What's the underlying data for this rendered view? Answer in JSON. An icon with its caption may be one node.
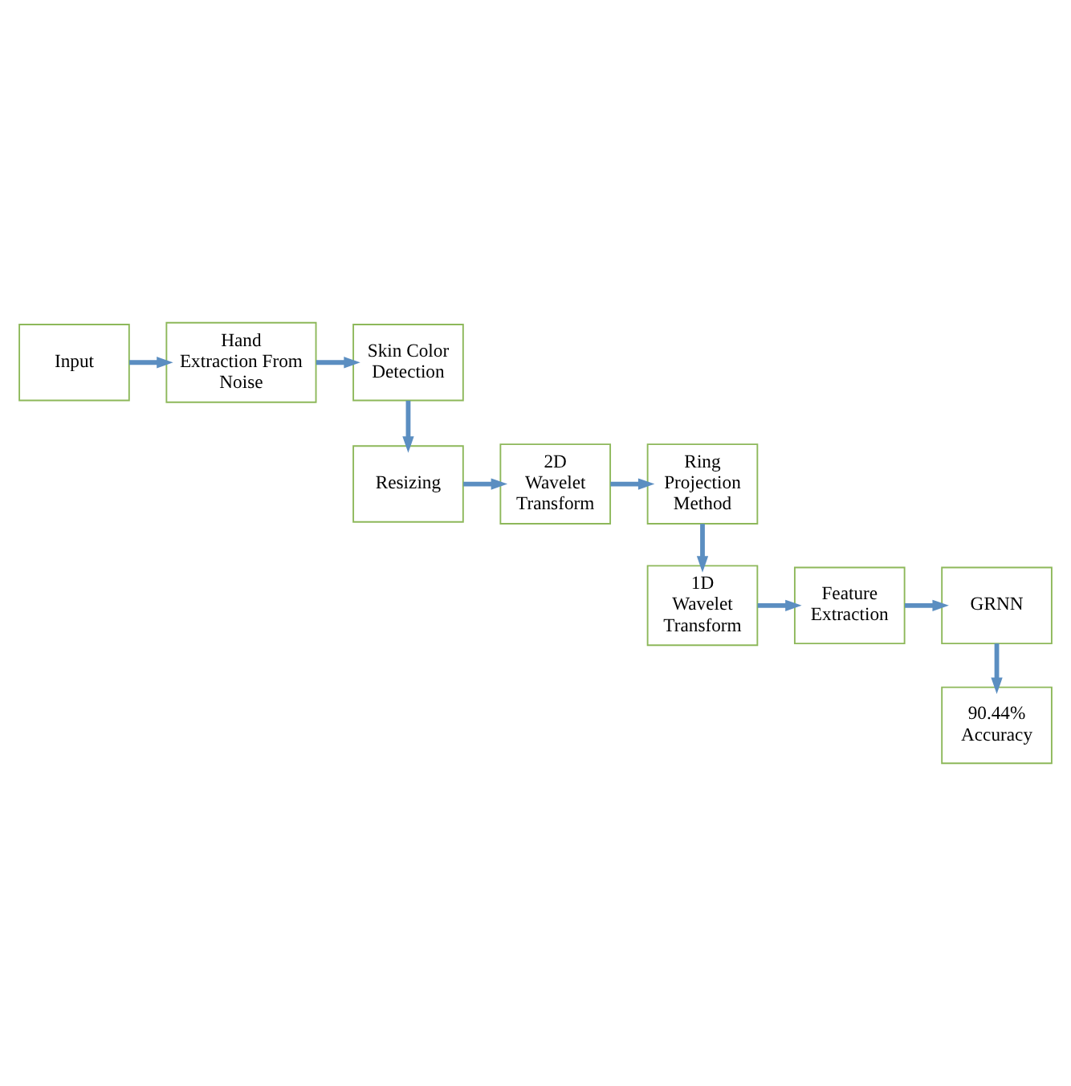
{
  "diagram": {
    "nodes": [
      {
        "text": [
          "Input"
        ]
      },
      {
        "text": [
          "Hand Extraction From Noise"
        ]
      },
      {
        "text": [
          "Skin Color Detection"
        ]
      },
      {
        "text": [
          "Resizing"
        ]
      },
      {
        "text": [
          "2D Wavelet Transform"
        ]
      },
      {
        "text": [
          "Ring Projection Method"
        ]
      },
      {
        "text": [
          "1D Wavelet Transform"
        ]
      },
      {
        "text": [
          "Feature Extraction"
        ]
      },
      {
        "text": [
          "GRNN"
        ]
      },
      {
        "text": [
          "90.44% Accuracy"
        ]
      }
    ],
    "edges": [
      {
        "from": 0,
        "to": 1,
        "arrow": "to"
      },
      {
        "from": 1,
        "to": 2,
        "arrow": "to"
      },
      {
        "from": 2,
        "to": 3,
        "arrow": "to"
      },
      {
        "from": 3,
        "to": 4,
        "arrow": "to"
      },
      {
        "from": 4,
        "to": 5,
        "arrow": "to"
      },
      {
        "from": 5,
        "to": 6,
        "arrow": "to"
      },
      {
        "from": 6,
        "to": 7,
        "arrow": "to"
      },
      {
        "from": 7,
        "to": 8,
        "arrow": "to"
      },
      {
        "from": 8,
        "to": 9,
        "arrow": "to"
      }
    ]
  }
}
